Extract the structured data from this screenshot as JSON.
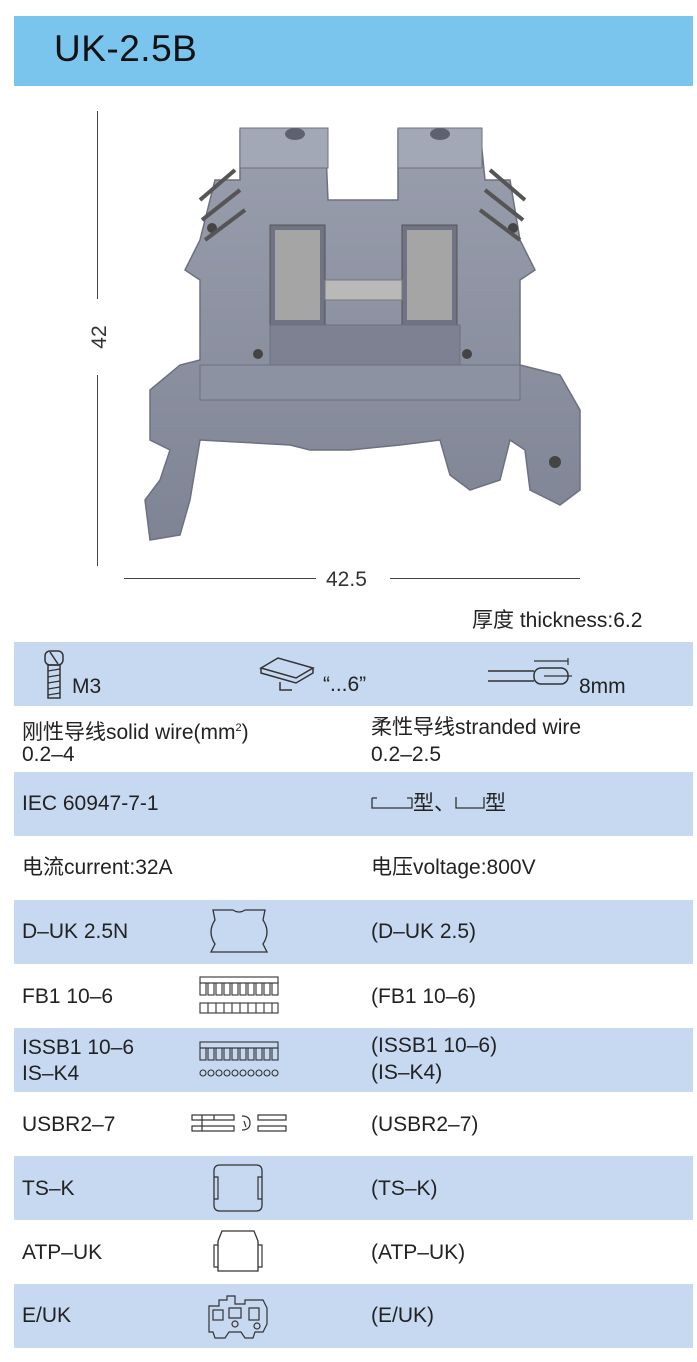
{
  "title": "UK-2.5B",
  "dimensions": {
    "height": "42",
    "width": "42.5",
    "thickness": "厚度 thickness:6.2"
  },
  "accessories_bar": {
    "screw": "M3",
    "tool": "“...6”",
    "strip_length": "8mm"
  },
  "specs": {
    "solid_wire_label": "刚性导线solid wire(mm",
    "solid_wire_sup": "2",
    "solid_wire_label_end": ")",
    "solid_wire_value": "0.2–4",
    "stranded_wire_label": "柔性导线stranded wire",
    "stranded_wire_value": "0.2–2.5",
    "standard": "IEC 60947-7-1",
    "rail_type_a": "型、",
    "rail_type_b": "型",
    "current": "电流current:32A",
    "voltage": "电压voltage:800V"
  },
  "accessories": [
    {
      "name": "D–UK 2.5N",
      "alt": "(D–UK 2.5)",
      "icon": "end-cover-icon"
    },
    {
      "name": "FB1 10–6",
      "alt": "(FB1 10–6)",
      "icon": "bridge-icon"
    },
    {
      "name": "ISSB1 10–6",
      "name2": "IS–K4",
      "alt": "(ISSB1 10–6)",
      "alt2": "(IS–K4)",
      "icon": "insertion-bridge-icon"
    },
    {
      "name": "USBR2–7",
      "alt": "(USBR2–7)",
      "icon": "reducing-bridge-icon"
    },
    {
      "name": "TS–K",
      "alt": "(TS–K)",
      "icon": "partition-plate-icon"
    },
    {
      "name": "ATP–UK",
      "alt": "(ATP–UK)",
      "icon": "separator-plate-icon"
    },
    {
      "name": "E/UK",
      "alt": "(E/UK)",
      "icon": "end-clamp-icon"
    }
  ],
  "colors": {
    "title_bar": "#79c5ee",
    "row_blue": "#c6d9f1",
    "product_gray": "#8e93a3"
  }
}
